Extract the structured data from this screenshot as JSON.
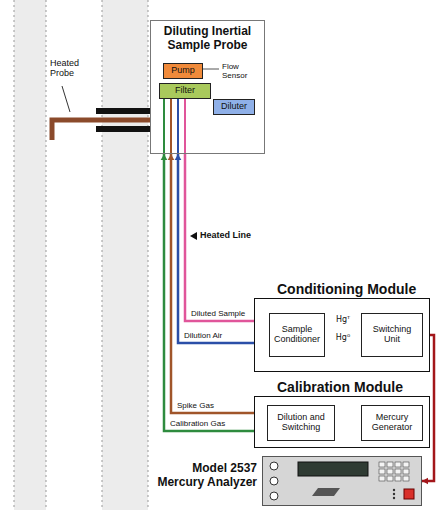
{
  "diagram": {
    "nodes": [
      {
        "text": [
          "Diluting Inertial Sample Probe"
        ]
      },
      {
        "text": [
          "Pump"
        ],
        "in": 0
      },
      {
        "text": [
          "Filter"
        ],
        "in": 0
      },
      {
        "text": [
          "Diluter"
        ],
        "in": 0
      },
      {
        "text": [
          "Conditioning Module"
        ]
      },
      {
        "text": [
          "Sample Conditioner"
        ],
        "in": 4
      },
      {
        "text": [
          "Switching Unit"
        ],
        "in": 4
      },
      {
        "text": [
          "Calibration Module"
        ]
      },
      {
        "text": [
          "Dilution and Switching"
        ],
        "in": 7
      },
      {
        "text": [
          "Mercury Generator"
        ],
        "in": 7
      },
      {
        "text": [
          "Model 2537 Mercury Analyzer"
        ]
      }
    ],
    "edges": [
      {
        "from": 0,
        "to": 5,
        "label": "Diluted Sample",
        "arrow": "to"
      },
      {
        "from": 5,
        "to": 0,
        "label": "Dilution Air",
        "arrow": "to"
      },
      {
        "from": 5,
        "to": 6,
        "label": "Hgᵀ",
        "arrow": "to"
      },
      {
        "from": 5,
        "to": 6,
        "label": "Hg⁰",
        "arrow": "to"
      },
      {
        "from": 6,
        "to": 10,
        "arrow": "to"
      },
      {
        "from": 8,
        "to": 0,
        "label": "Spike Gas",
        "arrow": "to"
      },
      {
        "from": 8,
        "to": 0,
        "label": "Calibration Gas",
        "arrow": "to"
      },
      {
        "from": 9,
        "to": 8,
        "arrow": "to"
      }
    ],
    "labels": [
      "Heated Probe",
      "Flow Sensor",
      "Heated Line"
    ]
  }
}
